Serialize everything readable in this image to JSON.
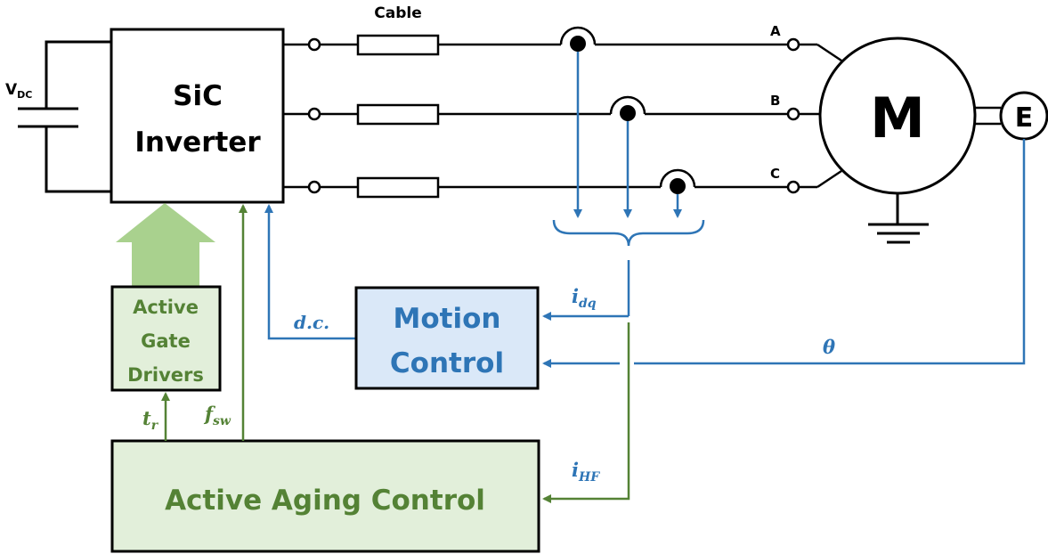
{
  "colors": {
    "wire": "#000000",
    "blue_signal": "#2e75b6",
    "green_signal": "#548235",
    "motion_fill": "#dae8f8",
    "aging_fill": "#e2efda",
    "gate_arrow": "#a9d18e"
  },
  "labels": {
    "vdc_main": "V",
    "vdc_sub": "DC",
    "inverter_line1": "SiC",
    "inverter_line2": "Inverter",
    "cable": "Cable",
    "phase_a": "A",
    "phase_b": "B",
    "phase_c": "C",
    "motor": "M",
    "encoder": "E",
    "motion_line1": "Motion",
    "motion_line2": "Control",
    "gate_line1": "Active",
    "gate_line2": "Gate",
    "gate_line3": "Drivers",
    "aging": "Active Aging Control",
    "idq_main": "i",
    "idq_sub": "dq",
    "ihf_main": "i",
    "ihf_sub": "HF",
    "theta": "θ",
    "dc": "d.c.",
    "tr_main": "t",
    "tr_sub": "r",
    "fsw_main": "f",
    "fsw_sub": "sw"
  }
}
